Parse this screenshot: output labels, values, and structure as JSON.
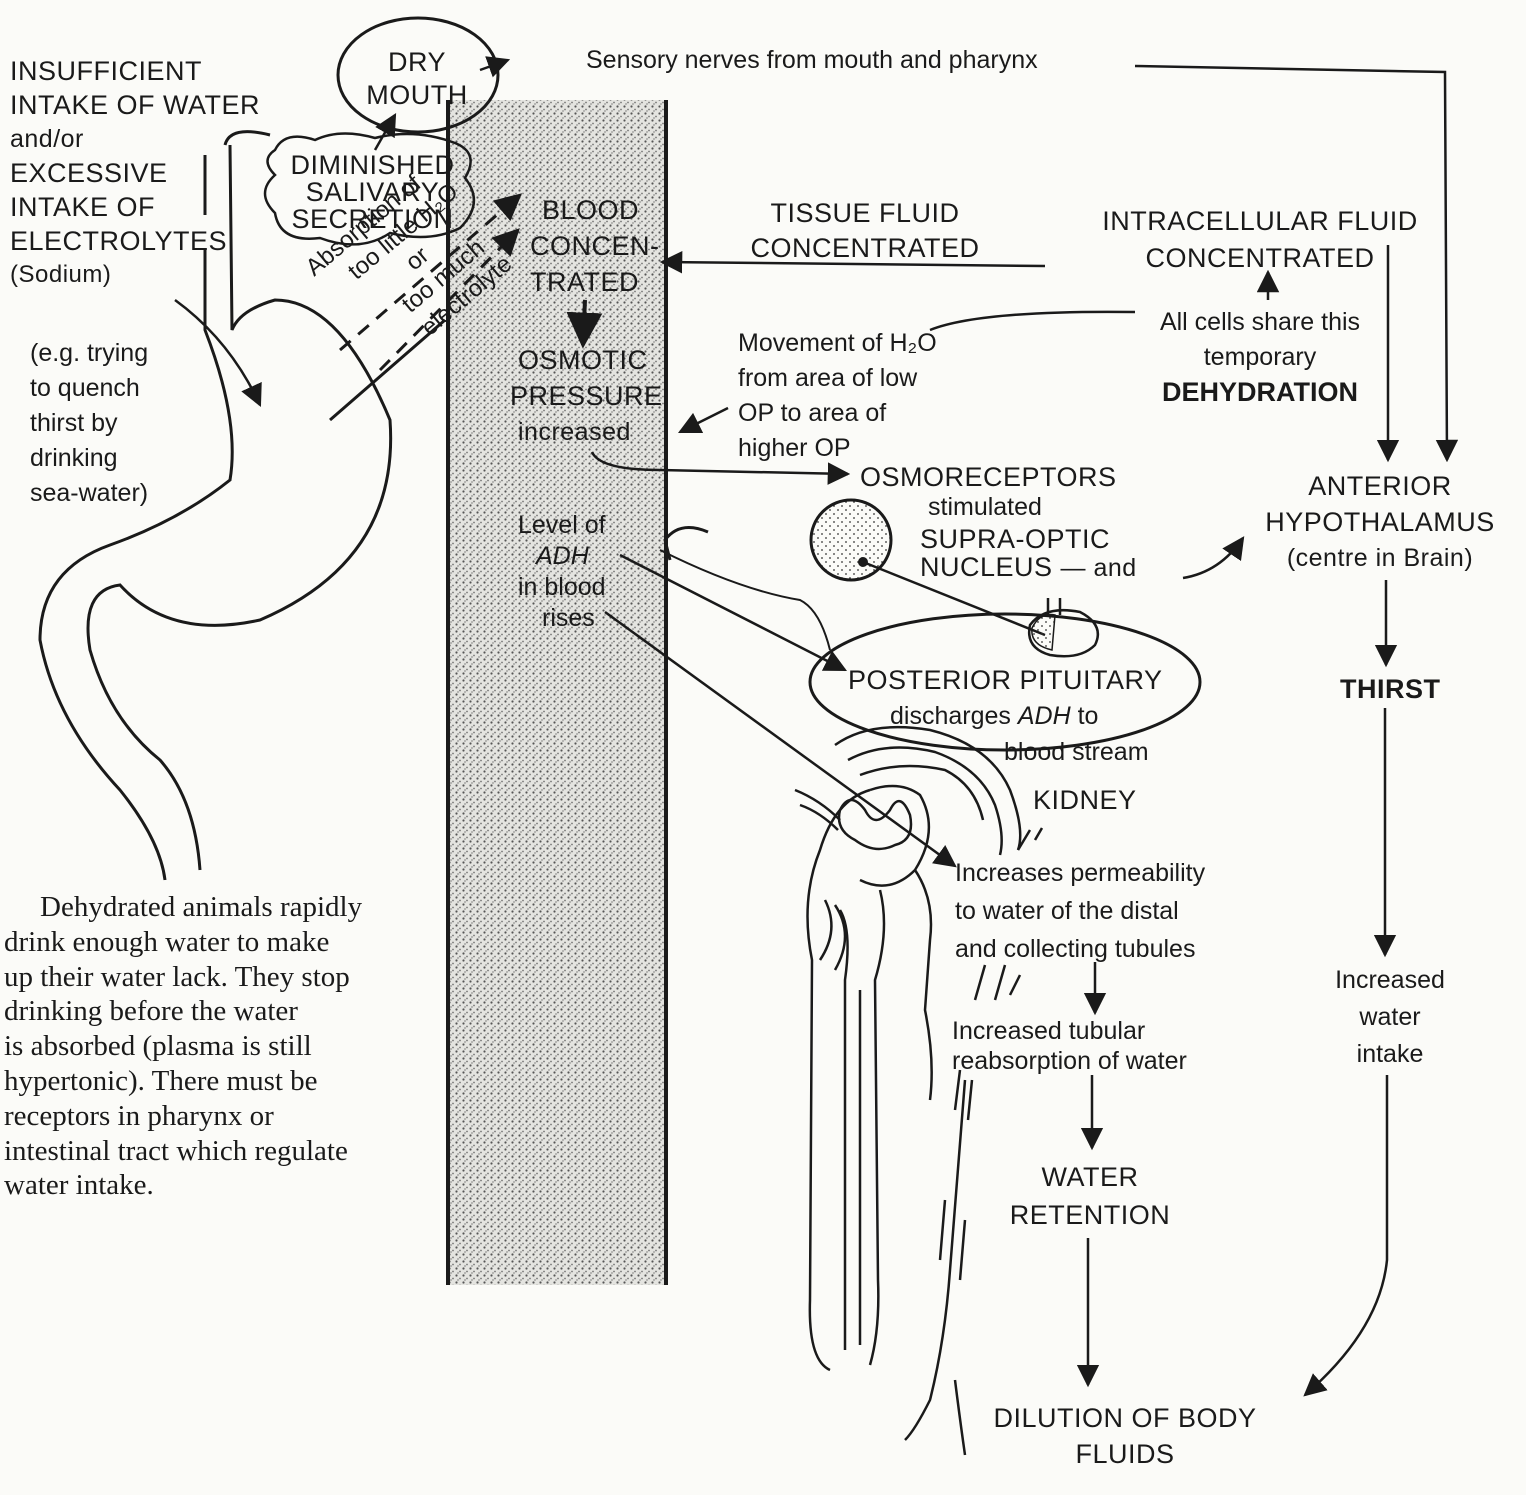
{
  "causes": {
    "line1": "INSUFFICIENT",
    "line2": "INTAKE OF WATER",
    "line3": "and/or",
    "line4": "EXCESSIVE",
    "line5": "INTAKE OF",
    "line6": "ELECTROLYTES",
    "line7": "(Sodium)"
  },
  "example": {
    "line1": "(e.g. trying",
    "line2": "to quench",
    "line3": "thirst by",
    "line4": "drinking",
    "line5": "sea-water)"
  },
  "dry_mouth": {
    "line1": "DRY",
    "line2": "MOUTH"
  },
  "salivary": {
    "line1": "DIMINISHED",
    "line2": "SALIVARY",
    "line3": "SECRETION"
  },
  "absorption": {
    "line1": "Absorption of",
    "line2": "too little H₂O",
    "line3": "or",
    "line4": "too much",
    "line5": "electrolyte"
  },
  "sensory_nerves": "Sensory nerves from mouth and pharynx",
  "blood": {
    "line1": "BLOOD",
    "line2": "CONCEN-",
    "line3": "TRATED"
  },
  "osmotic": {
    "line1": "OSMOTIC",
    "line2": "PRESSURE",
    "line3": "increased"
  },
  "adh_level": {
    "line1": "Level of",
    "line2": "ADH",
    "line3": "in blood",
    "line4": "rises"
  },
  "tissue_fluid": {
    "line1": "TISSUE FLUID",
    "line2": "CONCENTRATED"
  },
  "intracellular": {
    "line1": "INTRACELLULAR FLUID",
    "line2": "CONCENTRATED"
  },
  "all_cells": {
    "line1": "All cells share this",
    "line2": "temporary",
    "line3": "DEHYDRATION"
  },
  "movement": {
    "line1": "Movement of H₂O",
    "line2": "from area of low",
    "line3": "OP to area of",
    "line4": "higher OP"
  },
  "osmoreceptors": {
    "line1": "OSMORECEPTORS",
    "line2": "stimulated"
  },
  "supraoptic": {
    "line1": "SUPRA-OPTIC",
    "line2": "NUCLEUS",
    "connector": "— and"
  },
  "hypothalamus": {
    "line1": "ANTERIOR",
    "line2": "HYPOTHALAMUS",
    "line3": "(centre in Brain)"
  },
  "thirst": "THIRST",
  "pituitary": {
    "line1": "POSTERIOR PITUITARY",
    "line2": "discharges",
    "line2_adh": "ADH",
    "line2_end": "to",
    "line3": "blood stream"
  },
  "kidney": "KIDNEY",
  "permeability": {
    "line1": "Increases permeability",
    "line2": "to water of the distal",
    "line3": "and collecting tubules"
  },
  "reabsorption": {
    "line1": "Increased tubular",
    "line2": "reabsorption of water"
  },
  "retention": {
    "line1": "WATER",
    "line2": "RETENTION"
  },
  "water_intake": {
    "line1": "Increased",
    "line2": "water",
    "line3": "intake"
  },
  "dilution": {
    "line1": "DILUTION OF BODY",
    "line2": "FLUIDS"
  },
  "note": {
    "line1": "Dehydrated animals rapidly",
    "line2": "drink enough water to make",
    "line3": "up their water lack. They stop",
    "line4": "drinking before the water",
    "line5": "is absorbed (plasma is still",
    "line6": "hypertonic). There must be",
    "line7": "receptors in pharynx or",
    "line8": "intestinal tract which regulate",
    "line9": "water intake."
  },
  "colors": {
    "ink": "#1a1a1a",
    "paper": "#fbfbf8",
    "stipple": "#7a7a7a"
  }
}
